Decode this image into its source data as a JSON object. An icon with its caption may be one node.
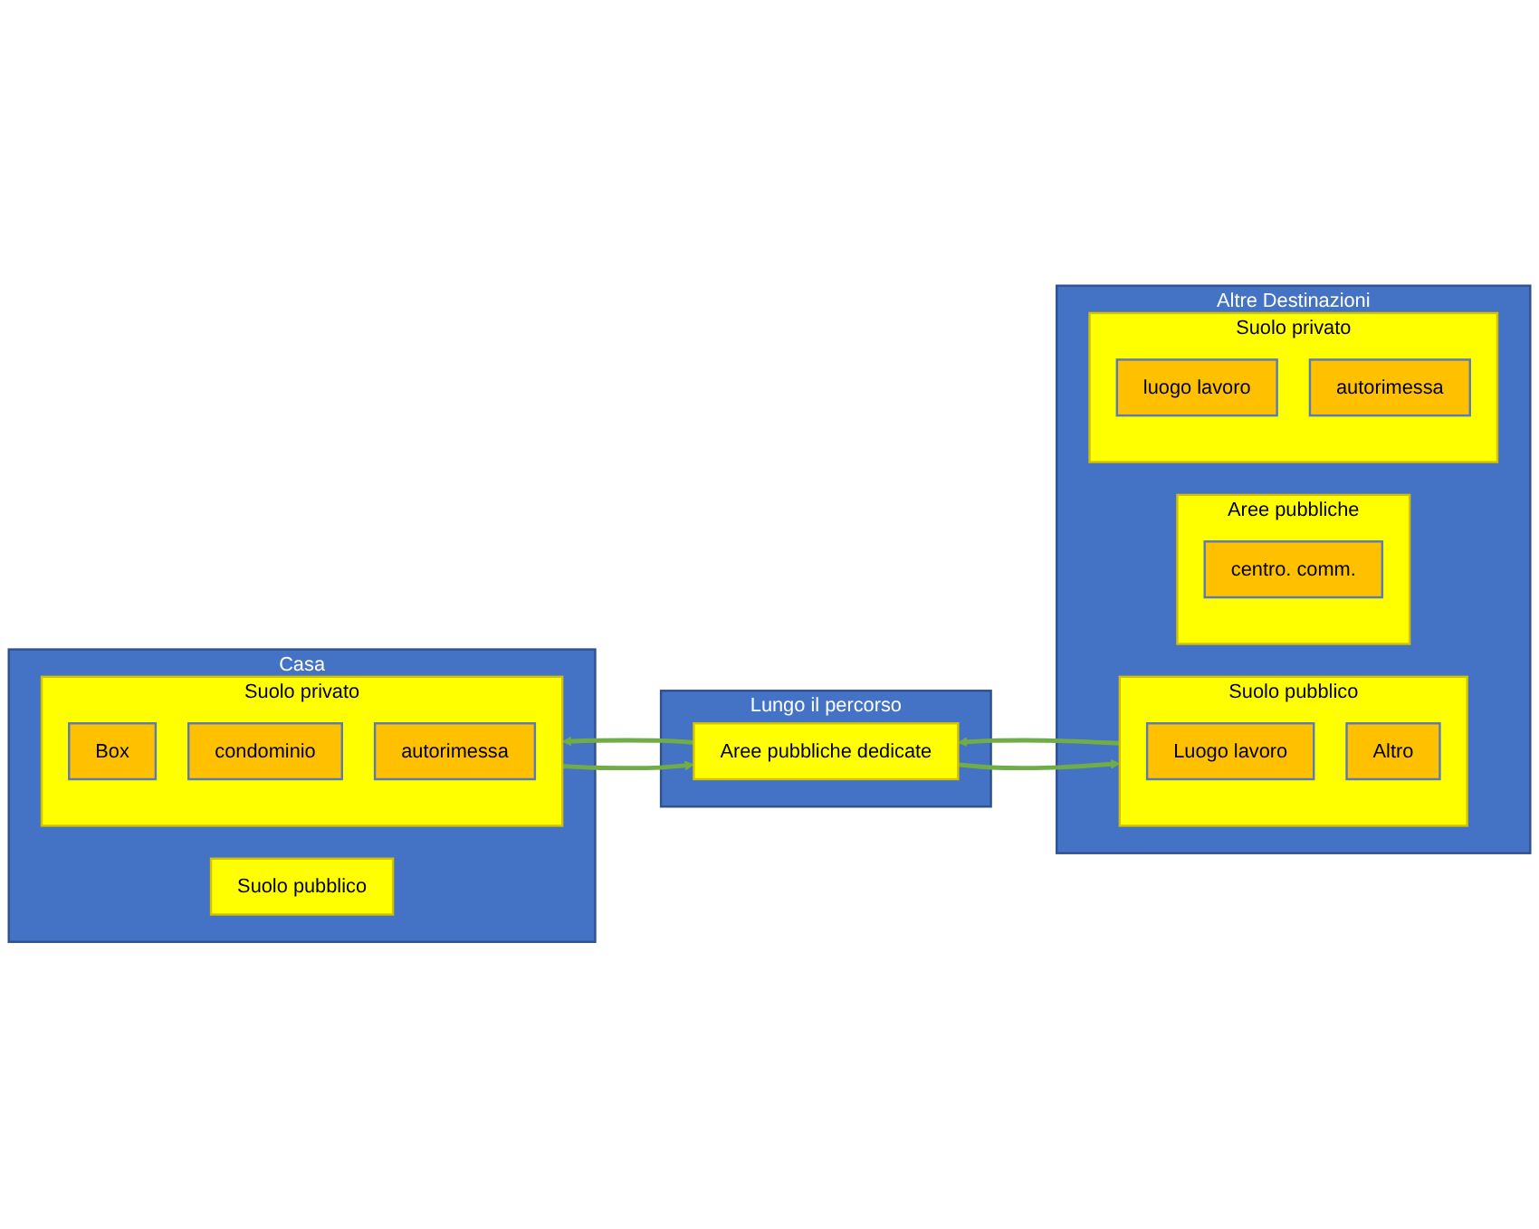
{
  "diagram": {
    "nodes": [
      {
        "text": [
          "Casa"
        ]
      },
      {
        "text": [
          "Suolo privato"
        ],
        "in": 0
      },
      {
        "text": [
          "Box"
        ],
        "in": 1
      },
      {
        "text": [
          "condominio"
        ],
        "in": 1
      },
      {
        "text": [
          "autorimessa"
        ],
        "in": 1
      },
      {
        "text": [
          "Suolo pubblico"
        ],
        "in": 0
      },
      {
        "text": [
          "Lungo il percorso"
        ]
      },
      {
        "text": [
          "Aree pubbliche dedicate"
        ],
        "in": 6
      },
      {
        "text": [
          "Altre Destinazioni"
        ]
      },
      {
        "text": [
          "Suolo pubblico"
        ],
        "in": 8
      },
      {
        "text": [
          "Luogo lavoro"
        ],
        "in": 9
      },
      {
        "text": [
          "Altro"
        ],
        "in": 9
      },
      {
        "text": [
          "Aree pubbliche"
        ],
        "in": 8
      },
      {
        "text": [
          "centro. comm."
        ],
        "in": 12
      },
      {
        "text": [
          "Suolo privato"
        ],
        "in": 8
      },
      {
        "text": [
          "luogo lavoro"
        ],
        "in": 14
      },
      {
        "text": [
          "autorimessa"
        ],
        "in": 14
      }
    ],
    "edges": [
      {
        "from": 1,
        "to": 7,
        "arrow": "to"
      },
      {
        "from": 7,
        "to": 1,
        "arrow": "to"
      },
      {
        "from": 7,
        "to": 9,
        "arrow": "to"
      },
      {
        "from": 9,
        "to": 7,
        "arrow": "to"
      }
    ]
  }
}
